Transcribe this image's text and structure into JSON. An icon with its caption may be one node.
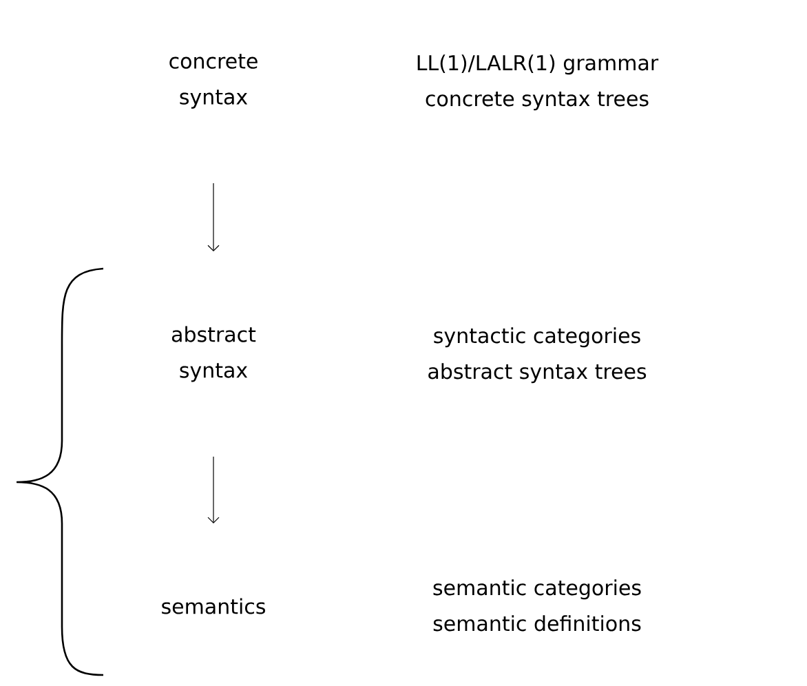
{
  "diagram": {
    "nodes": [
      {
        "text": [
          "concrete syntax"
        ],
        "beside": [
          "LL(1)/LALR(1) grammar",
          "concrete syntax trees"
        ]
      },
      {
        "text": [
          "abstract syntax"
        ],
        "beside": [
          "syntactic categories",
          "abstract syntax trees"
        ]
      },
      {
        "text": [
          "semantics"
        ],
        "beside": [
          "semantic categories",
          "semantic definitions"
        ]
      }
    ],
    "edges": [
      {
        "from": 0,
        "to": 1,
        "arrow": "to"
      },
      {
        "from": 1,
        "to": 2,
        "arrow": "to"
      }
    ]
  }
}
